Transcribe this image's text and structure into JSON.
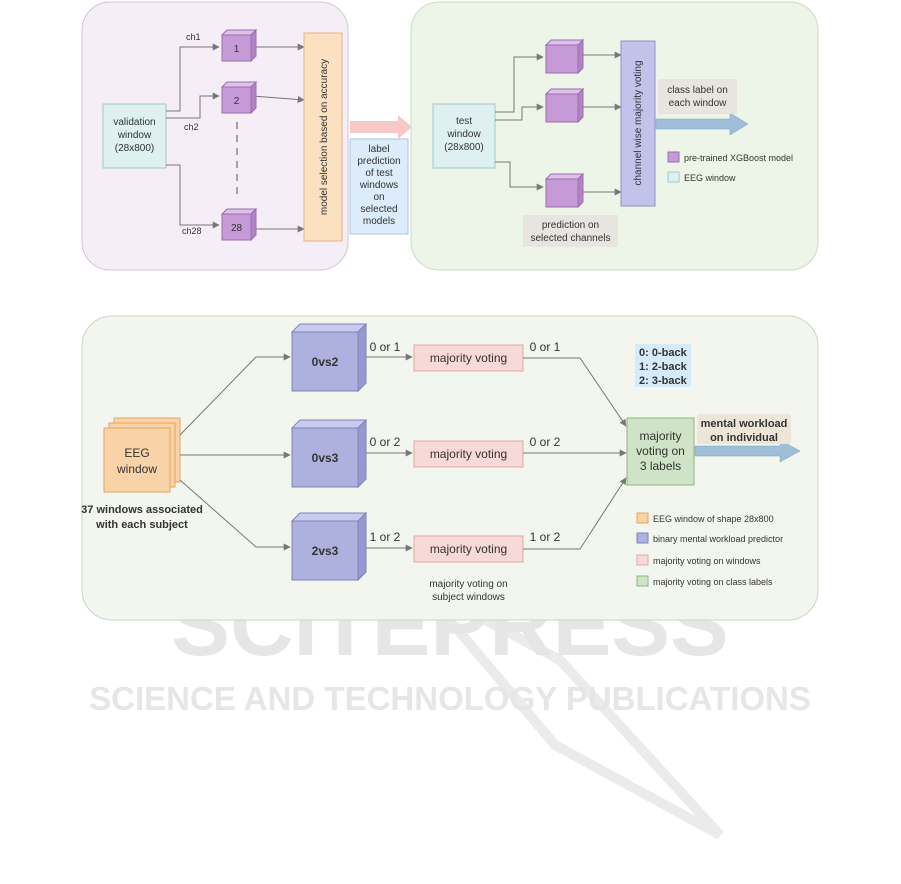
{
  "colors": {
    "panel_top_left": "#f5eef7",
    "panel_top_right": "#edf5e8",
    "panel_bottom": "#f3f6ee",
    "model_cube": "#c69ad6",
    "selection_bar": "#fbe1c0",
    "test_window": "#def0ef",
    "binary_cube": "#aeb1dd",
    "majority_box": "#f7d9d7",
    "class_label_box": "#cfe3c6",
    "eeg_window": "#f8d3a7",
    "label_key_bg": "#d6ebf9",
    "arrow_blue": "#9fbfd9",
    "arrow_pink": "#f5b8b5",
    "watermark": "#e6e6e6"
  },
  "top": {
    "validation_window": [
      "validation",
      "window",
      "(28x800)"
    ],
    "channel_labels": [
      "ch1",
      "ch2",
      "ch28"
    ],
    "model_labels": [
      "1",
      "2",
      "28"
    ],
    "selection_label": "model selection based on accuracy",
    "transfer_label": [
      "label",
      "prediction",
      "of test",
      "windows",
      "on",
      "selected",
      "models"
    ],
    "test_window": [
      "test",
      "window",
      "(28x800)"
    ],
    "voting_label": "channel wise majority voting",
    "output_label": [
      "class label on",
      "each window"
    ],
    "prediction_note": [
      "prediction on",
      "selected channels"
    ],
    "legend": [
      "pre-trained XGBoost model",
      "EEG window"
    ]
  },
  "bottom": {
    "eeg_window": [
      "EEG",
      "window"
    ],
    "eeg_caption": [
      "37 windows associated",
      "with each subject"
    ],
    "predictors": [
      "0vs2",
      "0vs3",
      "2vs3"
    ],
    "predictor_outputs": [
      "0 or 1",
      "0 or 2",
      "1 or 2"
    ],
    "majority_label": "majority voting",
    "majority_caption": [
      "majority voting on",
      "subject windows"
    ],
    "final_box": [
      "majority",
      "voting on",
      "3 labels"
    ],
    "final_output": [
      "mental workload",
      "on individual"
    ],
    "label_key": [
      "0: 0-back",
      "1: 2-back",
      "2: 3-back"
    ],
    "legend": [
      "EEG window of shape 28x800",
      "binary mental workload predictor",
      "majority voting on windows",
      "majority voting on class labels"
    ]
  },
  "watermark": {
    "main": "SCITEPRESS",
    "sub": "SCIENCE AND TECHNOLOGY PUBLICATIONS"
  }
}
